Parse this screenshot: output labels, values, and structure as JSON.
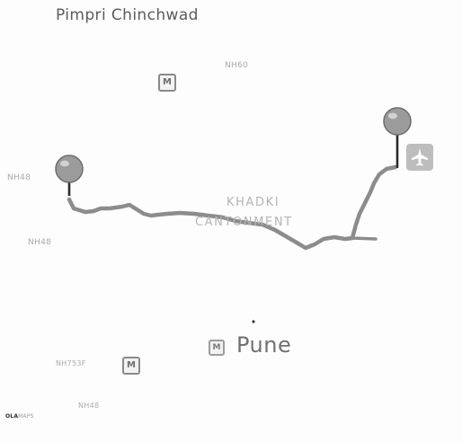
{
  "map": {
    "labels": {
      "city_top": "Pimpri Chinchwad",
      "city_main": "Pune",
      "area_line1": "KHADKI",
      "area_line2": "CANTONMENT",
      "road_nh60": "NH60",
      "road_nh48_a": "NH48",
      "road_nh48_b": "NH48",
      "road_nh753f": "NH753F",
      "road_nh48_c": "NH48"
    },
    "metro_glyph": "M",
    "attribution": {
      "brand": "OLA",
      "suffix": "MAPS"
    },
    "icons": {
      "start_pin": "map-pin-icon",
      "end_pin": "map-pin-icon",
      "airport": "airplane-icon",
      "metro": "metro-station-icon"
    },
    "colors": {
      "route": "#8c8c8c",
      "pin_head": "#9b9b9b",
      "pin_stem": "#2b2b2b",
      "label": "#a9a9a9"
    }
  }
}
